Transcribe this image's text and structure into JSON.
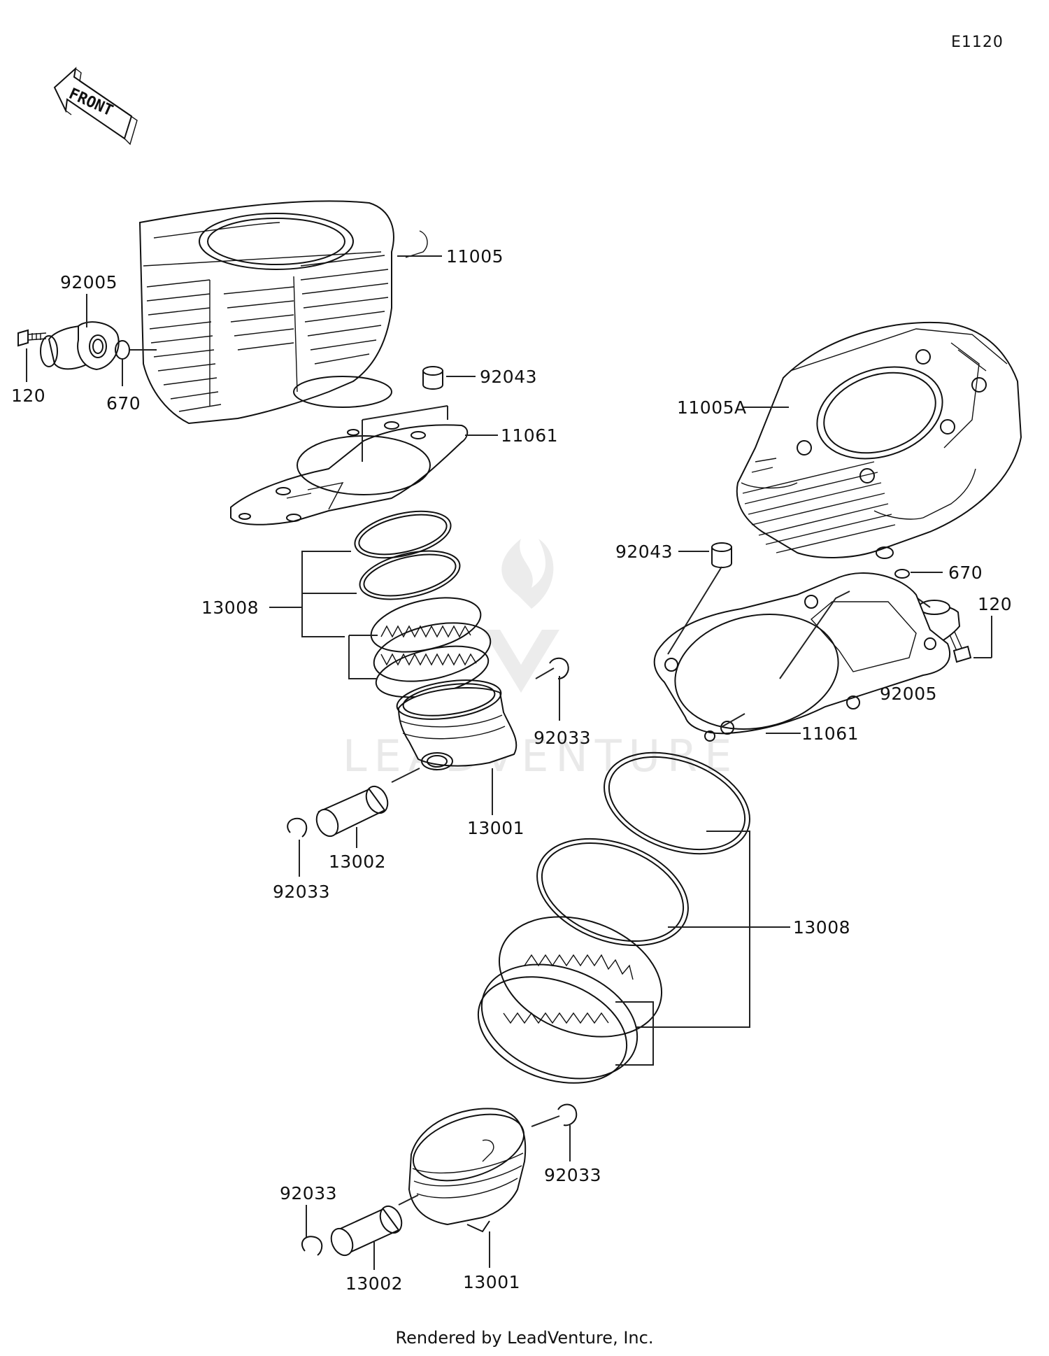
{
  "diagram_code": "E1120",
  "front_label": "FRONT",
  "watermark": "LEADVENTURE",
  "footer": "Rendered by LeadVenture, Inc.",
  "labels": {
    "p11005": "11005",
    "p92005_l": "92005",
    "p120_l": "120",
    "p670_l": "670",
    "p92043_l": "92043",
    "p11061_l": "11061",
    "p13008_l": "13008",
    "p92033_l1": "92033",
    "p13001_l": "13001",
    "p13002_l": "13002",
    "p92033_l2": "92033",
    "p11005a": "11005A",
    "p92043_r": "92043",
    "p670_r": "670",
    "p120_r": "120",
    "p92005_r": "92005",
    "p11061_r": "11061",
    "p13008_r": "13008",
    "p92033_r1": "92033",
    "p92033_r2": "92033",
    "p13002_r": "13002",
    "p13001_r": "13001"
  }
}
